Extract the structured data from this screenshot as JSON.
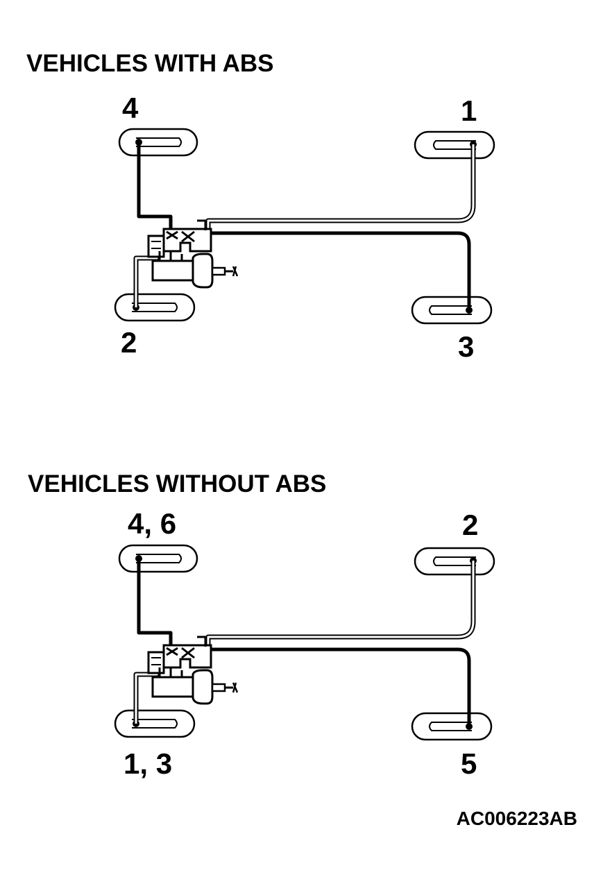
{
  "sections": [
    {
      "heading": "VEHICLES WITH ABS",
      "wheels": {
        "front_left": "4",
        "front_right": "1",
        "rear_left": "2",
        "rear_right": "3"
      }
    },
    {
      "heading": "VEHICLES WITHOUT ABS",
      "wheels": {
        "front_left": "4, 6",
        "front_right": "2",
        "rear_left": "1, 3",
        "rear_right": "5"
      }
    }
  ],
  "reference_code": "AC006223AB"
}
